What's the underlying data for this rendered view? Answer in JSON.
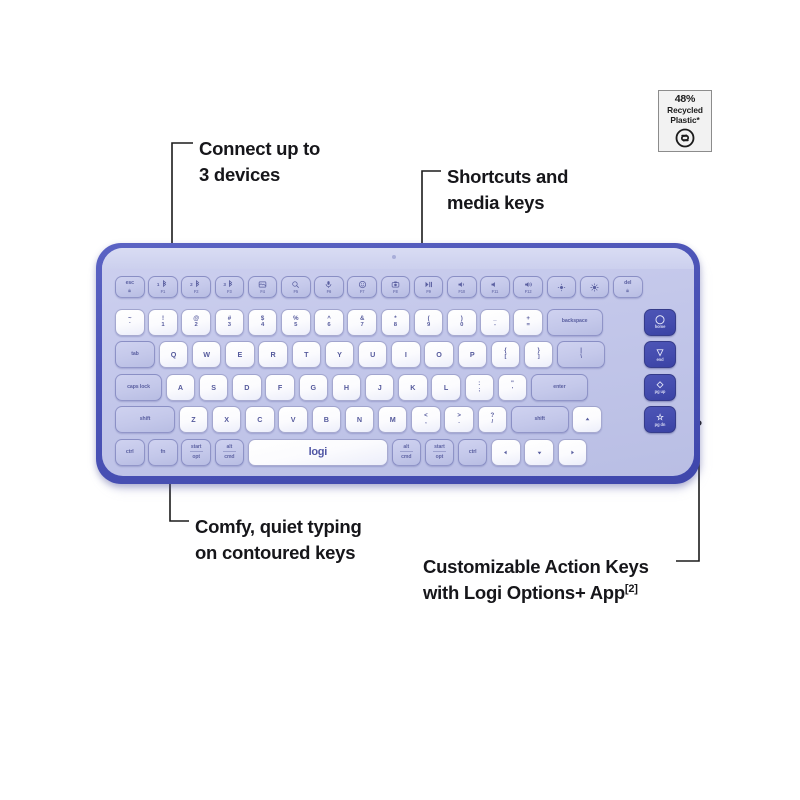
{
  "page": {
    "product": "Logitech POP Keys wireless mechanical keyboard",
    "background_color": "#ffffff",
    "accent_color": "#4c54b7"
  },
  "badge": {
    "name": "recycled-plastic-badge",
    "percent": "48%",
    "line1": "Recycled",
    "line2": "Plastic*",
    "icon": "recycling-arrows-icon",
    "border_color": "#8c8c8c",
    "fill_color": "#f2f2f2"
  },
  "callouts": [
    {
      "id": "connect",
      "text": "Connect up to\n3 devices",
      "target": "f1-bluetooth-key"
    },
    {
      "id": "shortcuts",
      "text": "Shortcuts and\nmedia keys",
      "target": "f8-snip-key"
    },
    {
      "id": "comfy",
      "text": "Comfy, quiet typing\non contoured keys",
      "target": "q-key"
    },
    {
      "id": "action",
      "text": "Customizable Action Keys\nwith Logi Options+ App",
      "footnote": "[2]",
      "target": "action-key-column"
    }
  ],
  "keyboard": {
    "brand_mark": "logi",
    "colors": {
      "shell": "#4c54b7",
      "deck": "#c3c7ea",
      "alpha_key": "#fbfbfe",
      "mod_key": "#c4c8ea",
      "action_key": "#444cae",
      "legend": "#555a9c"
    },
    "rows": {
      "function_row": [
        {
          "label": "esc",
          "sub": "lock-icon",
          "type": "mod"
        },
        {
          "label": "1 bluetooth-icon",
          "sub": "F1",
          "type": "mod"
        },
        {
          "label": "2 bluetooth-icon",
          "sub": "F2",
          "type": "mod"
        },
        {
          "label": "3 bluetooth-icon",
          "sub": "F3",
          "type": "mod"
        },
        {
          "label": "screenshot-icon",
          "sub": "F4",
          "type": "mod"
        },
        {
          "label": "search-icon",
          "sub": "F5",
          "type": "mod"
        },
        {
          "label": "dictation-icon",
          "sub": "F6",
          "type": "mod"
        },
        {
          "label": "emoji-icon",
          "sub": "F7",
          "type": "mod"
        },
        {
          "label": "snip-camera-icon",
          "sub": "F8",
          "type": "mod"
        },
        {
          "label": "play-pause-icon",
          "sub": "F9",
          "type": "mod"
        },
        {
          "label": "volume-down-icon",
          "sub": "F10",
          "type": "mod"
        },
        {
          "label": "volume-mute-icon",
          "sub": "F11",
          "type": "mod"
        },
        {
          "label": "volume-up-icon",
          "sub": "F12",
          "type": "mod"
        },
        {
          "label": "brightness-down-icon",
          "sub": "",
          "type": "mod"
        },
        {
          "label": "brightness-up-icon",
          "sub": "",
          "type": "mod"
        },
        {
          "label": "del",
          "sub": "lock-icon",
          "type": "mod"
        }
      ],
      "number_row": [
        {
          "top": "~",
          "bot": "`"
        },
        {
          "top": "!",
          "bot": "1"
        },
        {
          "top": "@",
          "bot": "2"
        },
        {
          "top": "#",
          "bot": "3"
        },
        {
          "top": "$",
          "bot": "4"
        },
        {
          "top": "%",
          "bot": "5"
        },
        {
          "top": "^",
          "bot": "6"
        },
        {
          "top": "&",
          "bot": "7"
        },
        {
          "top": "*",
          "bot": "8"
        },
        {
          "top": "(",
          "bot": "9"
        },
        {
          "top": ")",
          "bot": "0"
        },
        {
          "top": "_",
          "bot": "-"
        },
        {
          "top": "+",
          "bot": "="
        },
        {
          "top": "backspace",
          "bot": ""
        }
      ],
      "top_row": [
        {
          "label": "tab"
        },
        {
          "label": "Q"
        },
        {
          "label": "W"
        },
        {
          "label": "E"
        },
        {
          "label": "R"
        },
        {
          "label": "T"
        },
        {
          "label": "Y"
        },
        {
          "label": "U"
        },
        {
          "label": "I"
        },
        {
          "label": "O"
        },
        {
          "label": "P"
        },
        {
          "top": "{",
          "bot": "["
        },
        {
          "top": "}",
          "bot": "]"
        },
        {
          "top": "|",
          "bot": "\\"
        }
      ],
      "home_row": [
        {
          "label": "caps lock"
        },
        {
          "label": "A"
        },
        {
          "label": "S"
        },
        {
          "label": "D"
        },
        {
          "label": "F"
        },
        {
          "label": "G"
        },
        {
          "label": "H"
        },
        {
          "label": "J"
        },
        {
          "label": "K"
        },
        {
          "label": "L"
        },
        {
          "top": ":",
          "bot": ";"
        },
        {
          "top": "\"",
          "bot": "'"
        },
        {
          "label": "enter"
        }
      ],
      "shift_row": [
        {
          "label": "shift"
        },
        {
          "label": "Z"
        },
        {
          "label": "X"
        },
        {
          "label": "C"
        },
        {
          "label": "V"
        },
        {
          "label": "B"
        },
        {
          "label": "N"
        },
        {
          "label": "M"
        },
        {
          "top": "<",
          "bot": ","
        },
        {
          "top": ">",
          "bot": "."
        },
        {
          "top": "?",
          "bot": "/"
        },
        {
          "label": "shift"
        },
        {
          "label": "arrow-up-icon"
        }
      ],
      "bottom_row": [
        {
          "label": "ctrl"
        },
        {
          "label": "fn"
        },
        {
          "top": "start",
          "bot": "opt"
        },
        {
          "top": "alt",
          "bot": "cmd"
        },
        {
          "label": "logi"
        },
        {
          "top": "alt",
          "bot": "cmd"
        },
        {
          "top": "start",
          "bot": "opt"
        },
        {
          "label": "ctrl"
        },
        {
          "label": "arrow-left-icon"
        },
        {
          "label": "arrow-down-icon"
        },
        {
          "label": "arrow-right-icon"
        }
      ],
      "action_keys": [
        {
          "icon": "circle-icon",
          "label": "home"
        },
        {
          "icon": "triangle-icon",
          "label": "end"
        },
        {
          "icon": "diamond-icon",
          "label": "pg up"
        },
        {
          "icon": "star-icon",
          "label": "pg dn"
        }
      ]
    }
  }
}
